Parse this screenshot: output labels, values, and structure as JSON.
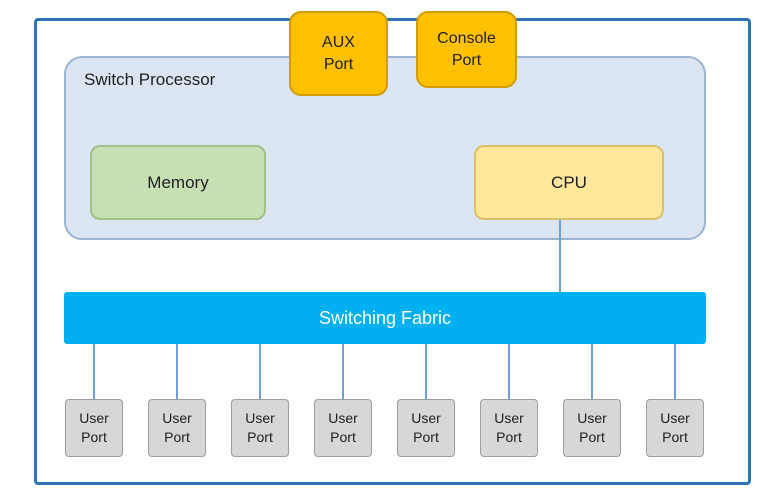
{
  "labels": {
    "switch_processor": "Switch Processor",
    "aux_port": "AUX\nPort",
    "console_port": "Console\nPort",
    "memory": "Memory",
    "cpu": "CPU",
    "switching_fabric": "Switching Fabric"
  },
  "user_ports": [
    {
      "label": "User\nPort"
    },
    {
      "label": "User\nPort"
    },
    {
      "label": "User\nPort"
    },
    {
      "label": "User\nPort"
    },
    {
      "label": "User\nPort"
    },
    {
      "label": "User\nPort"
    },
    {
      "label": "User\nPort"
    },
    {
      "label": "User\nPort"
    }
  ],
  "colors": {
    "outer_border": "#2e75b6",
    "processor_fill": "#dbe6f2",
    "processor_border": "#9cb3d1",
    "port_fill": "#ffc000",
    "port_border": "#d29b00",
    "memory_fill": "#c6e0b4",
    "memory_border": "#a2c08a",
    "cpu_fill": "#ffe79b",
    "cpu_border": "#dbc06a",
    "fabric_fill": "#00b0f0",
    "fabric_text": "#ffffff",
    "user_port_fill": "#d7d7d7",
    "user_port_border": "#9e9e9e",
    "connector": "#6f9fd8",
    "text": "#1f1f1f"
  }
}
